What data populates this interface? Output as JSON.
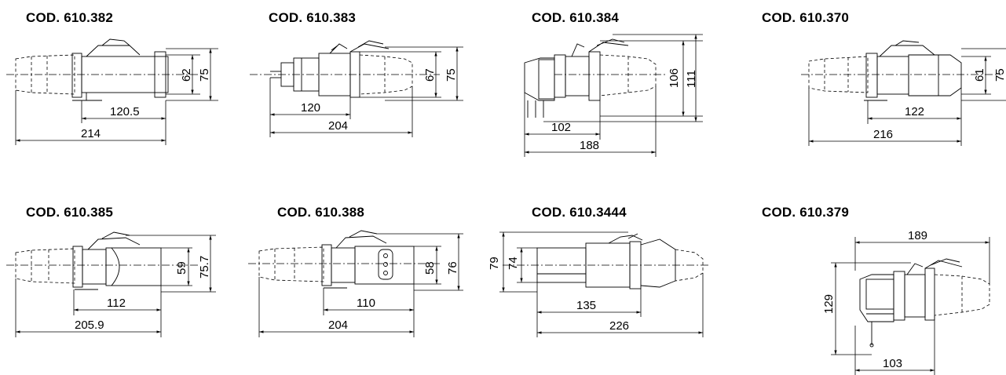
{
  "codes": [
    "COD. 610.382",
    "COD. 610.383",
    "COD. 610.384",
    "COD. 610.370",
    "COD. 610.385",
    "COD. 610.388",
    "COD. 610.3444",
    "COD. 610.379"
  ],
  "dimensions": {
    "d382": {
      "inner_h": "62",
      "outer_h": "75",
      "mid_len": "120.5",
      "total_len": "214"
    },
    "d383": {
      "inner_h": "67",
      "outer_h": "75",
      "mid_len": "120",
      "total_len": "204"
    },
    "d384": {
      "inner_h": "106",
      "outer_h": "111",
      "mid_len": "102",
      "total_len": "188"
    },
    "d370": {
      "inner_h": "61",
      "outer_h": "75",
      "mid_len": "122",
      "total_len": "216"
    },
    "d385": {
      "inner_h": "59",
      "outer_h": "75.7",
      "mid_len": "112",
      "total_len": "205.9"
    },
    "d388": {
      "inner_h": "58",
      "outer_h": "76",
      "mid_len": "110",
      "total_len": "204"
    },
    "d3444": {
      "outer_h": "79",
      "inner_h": "74",
      "mid_len": "135",
      "total_len": "226"
    },
    "d379": {
      "top_len": "189",
      "height": "129",
      "bottom_len": "103"
    }
  }
}
